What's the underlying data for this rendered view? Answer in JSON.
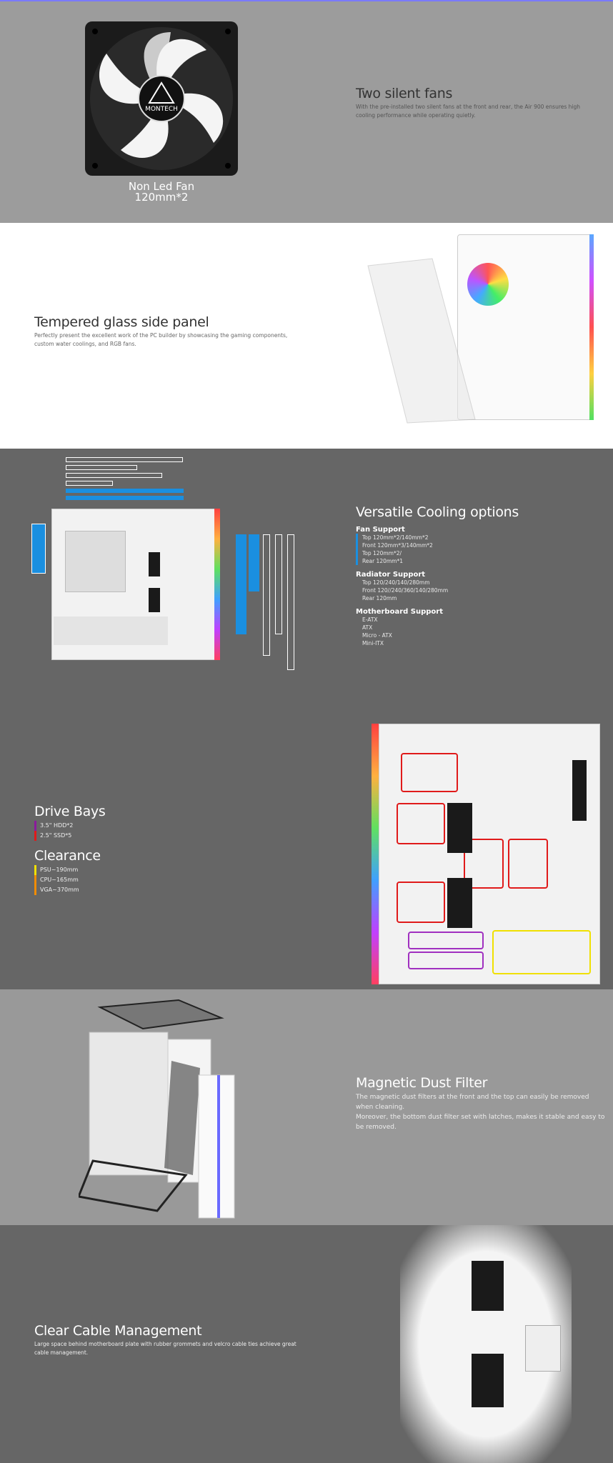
{
  "fans": {
    "caption_line1": "Non Led Fan",
    "caption_line2": "120mm*2",
    "logo": "MONTECH",
    "title": "Two silent fans",
    "desc": "With the pre-installed two silent fans at the front and rear, the Air 900 ensures high cooling performance while operating quietly."
  },
  "glass": {
    "title": "Tempered glass side panel",
    "desc": "Perfectly present the excellent work of the PC builder by showcasing the gaming components, custom water coolings, and RGB fans."
  },
  "cooling": {
    "title": "Versatile Cooling options",
    "fan_support": {
      "label": "Fan Support",
      "items": [
        "Top 120mm*2/140mm*2",
        "Front 120mm*3/140mm*2",
        "Top 120mm*2/",
        "Rear 120mm*1"
      ]
    },
    "radiator_support": {
      "label": "Radiator Support",
      "items": [
        "Top 120/240/140/280mm",
        "Front 120//240/360/140/280mm",
        "Rear 120mm"
      ]
    },
    "motherboard_support": {
      "label": "Motherboard Support",
      "items": [
        "E-ATX",
        "ATX",
        "Micro - ATX",
        "Mini-ITX"
      ]
    },
    "accent": "#1a8fe0"
  },
  "drives": {
    "title": "Drive Bays",
    "items": [
      {
        "label": "3.5\" HDD*2",
        "color": "#8b1a9c"
      },
      {
        "label": "2.5\" SSD*5",
        "color": "#e01a1a"
      }
    ]
  },
  "clearance": {
    "title": "Clearance",
    "items": [
      {
        "label": "PSU~190mm",
        "color": "#f0e000"
      },
      {
        "label": "CPU~165mm",
        "color": "#f08c00"
      },
      {
        "label": "VGA~370mm",
        "color": "#f08c00"
      }
    ]
  },
  "dust": {
    "title": "Magnetic Dust Filter",
    "desc1": "The magnetic dust filters at the front and the top can easily be removed when cleaning.",
    "desc2": "Moreover, the bottom dust filter set with latches, makes it stable and easy to be removed."
  },
  "cable": {
    "title": "Clear Cable Management",
    "desc": "Large space behind motherboard plate with rubber grommets and velcro cable ties achieve great cable management."
  }
}
